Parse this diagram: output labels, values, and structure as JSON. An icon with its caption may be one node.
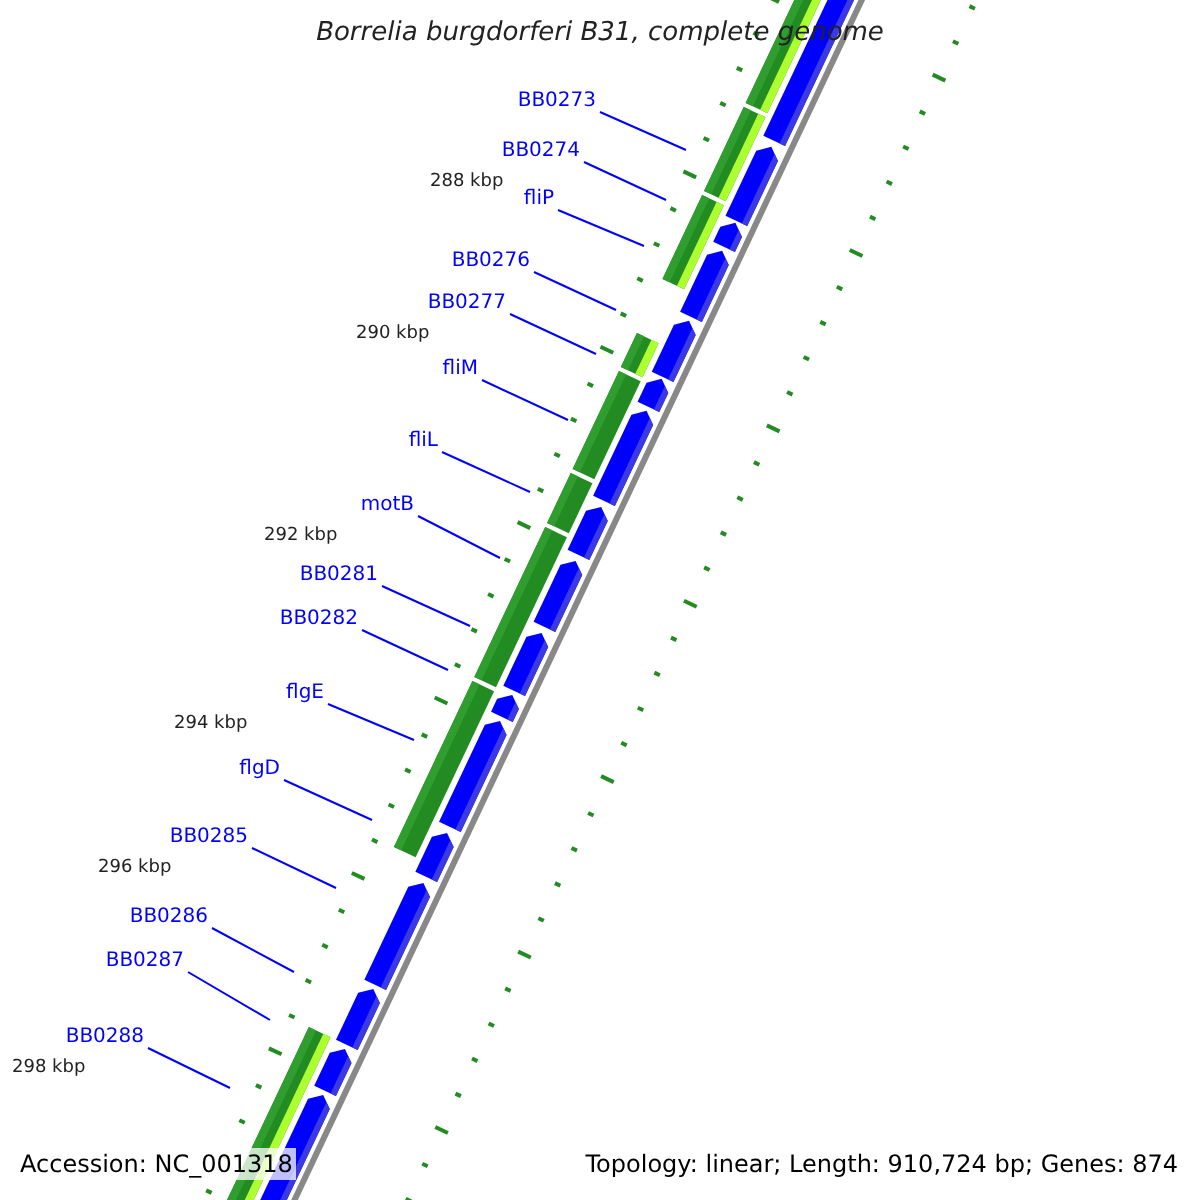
{
  "diagram": {
    "title": "Borrelia burgdorferi B31, complete genome",
    "nodes": [
      {
        "text": [
          "BB0273"
        ]
      },
      {
        "text": [
          "BB0274"
        ]
      },
      {
        "text": [
          "fliP"
        ]
      },
      {
        "text": [
          "BB0276"
        ]
      },
      {
        "text": [
          "BB0277"
        ]
      },
      {
        "text": [
          "fliM"
        ]
      },
      {
        "text": [
          "fliL"
        ]
      },
      {
        "text": [
          "motB"
        ]
      },
      {
        "text": [
          "BB0281"
        ]
      },
      {
        "text": [
          "BB0282"
        ]
      },
      {
        "text": [
          "flgE"
        ]
      },
      {
        "text": [
          "flgD"
        ]
      },
      {
        "text": [
          "BB0285"
        ]
      },
      {
        "text": [
          "BB0286"
        ]
      },
      {
        "text": [
          "BB0287"
        ]
      },
      {
        "text": [
          "BB0288"
        ]
      }
    ],
    "edges": [
      {
        "from": 0,
        "to": null,
        "arrow": "none"
      },
      {
        "from": 1,
        "to": null,
        "arrow": "none"
      },
      {
        "from": 2,
        "to": null,
        "arrow": "none"
      },
      {
        "from": 3,
        "to": null,
        "arrow": "none"
      },
      {
        "from": 4,
        "to": null,
        "arrow": "none"
      },
      {
        "from": 5,
        "to": null,
        "arrow": "none"
      },
      {
        "from": 6,
        "to": null,
        "arrow": "none"
      },
      {
        "from": 7,
        "to": null,
        "arrow": "none"
      },
      {
        "from": 8,
        "to": null,
        "arrow": "none"
      },
      {
        "from": 9,
        "to": null,
        "arrow": "none"
      },
      {
        "from": 10,
        "to": null,
        "arrow": "none"
      },
      {
        "from": 11,
        "to": null,
        "arrow": "none"
      },
      {
        "from": 12,
        "to": null,
        "arrow": "none"
      },
      {
        "from": 13,
        "to": null,
        "arrow": "none"
      },
      {
        "from": 14,
        "to": null,
        "arrow": "none"
      },
      {
        "from": 15,
        "to": null,
        "arrow": "none"
      }
    ],
    "labels": [
      "288 kbp",
      "290 kbp",
      "292 kbp",
      "294 kbp",
      "296 kbp",
      "298 kbp",
      "Accession: NC_001318",
      "Topology: linear; Length: 910,724 bp; Genes: 874"
    ]
  }
}
